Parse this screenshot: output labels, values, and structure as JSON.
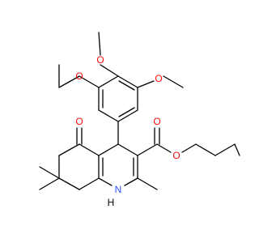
{
  "molecule": {
    "colors": {
      "bond": "#000000",
      "oxygen": "#ff0d0d",
      "nitrogen": "#3050f8",
      "background": "#ffffff"
    },
    "atom_labels": {
      "methoxy_oxygen_left": "O",
      "methoxy_oxygen_top": "O",
      "methoxy_oxygen_right": "O",
      "ketone_oxygen": "O",
      "ester_carbonyl_oxygen": "O",
      "ester_ether_oxygen": "O",
      "ring_nitrogen": "N",
      "ring_nitrogen_hydrogen": "H"
    }
  }
}
